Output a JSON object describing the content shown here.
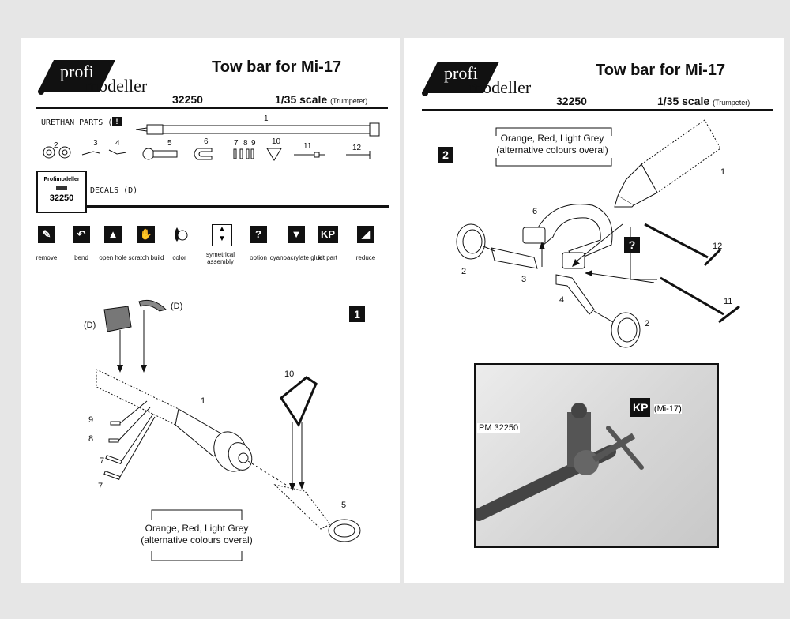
{
  "brand": {
    "word1": "profi",
    "word2": "modeller"
  },
  "product": {
    "title": "Tow bar for Mi-17",
    "catalog_no": "32250",
    "scale": "1/35 scale",
    "scale_note": "(Trumpeter)"
  },
  "parts_section": {
    "urethan_label": "URETHAN PARTS (U)",
    "decals_label": "DECALS (D)",
    "decal_card_brand": "Profimodeller",
    "decal_card_no": "32250",
    "part_numbers": [
      "1",
      "2",
      "3",
      "4",
      "5",
      "6",
      "7",
      "8",
      "9",
      "10",
      "11",
      "12"
    ]
  },
  "legend": [
    {
      "icon": "knife-icon",
      "label": "remove"
    },
    {
      "icon": "bend-icon",
      "label": "bend"
    },
    {
      "icon": "drill-icon",
      "label": "open hole"
    },
    {
      "icon": "hand-icon",
      "label": "scratch build"
    },
    {
      "icon": "paint-drop-icon",
      "label": "color"
    },
    {
      "icon": "symmetry-icon",
      "label": "symetrical assembly"
    },
    {
      "icon": "question-icon",
      "glyph": "?",
      "label": "option"
    },
    {
      "icon": "glue-icon",
      "label": "cyanoacrylate glue"
    },
    {
      "icon": "kit-part-icon",
      "glyph": "KP",
      "label": "kit part"
    },
    {
      "icon": "reduce-icon",
      "label": "reduce"
    }
  ],
  "step1": {
    "number": "1",
    "decal_labels": [
      "(D)",
      "(D)"
    ],
    "part_labels": [
      "1",
      "5",
      "7",
      "7",
      "8",
      "9",
      "10"
    ],
    "color_note_line1": "Orange, Red, Light Grey",
    "color_note_line2": "(alternative colours overal)"
  },
  "step2": {
    "number": "2",
    "option_glyph": "?",
    "part_labels": [
      "1",
      "2",
      "2",
      "3",
      "4",
      "6",
      "11",
      "12"
    ],
    "color_note_line1": "Orange, Red, Light Grey",
    "color_note_line2": "(alternative colours overal)"
  },
  "photo": {
    "label": "PM 32250",
    "kp_glyph": "KP",
    "kp_note": "(Mi-17)"
  }
}
